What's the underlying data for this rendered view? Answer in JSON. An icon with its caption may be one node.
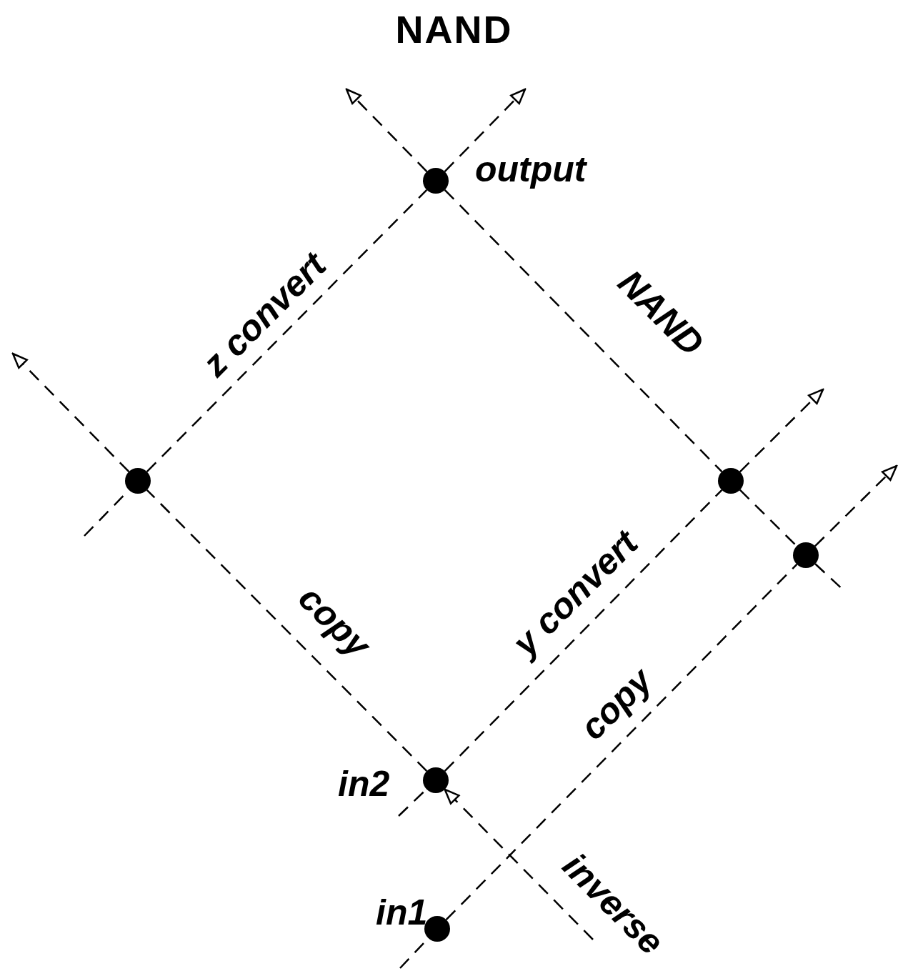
{
  "diagram": {
    "title": "NAND",
    "nodes": [
      {
        "text": [],
        "shape": "circle",
        "beside": [
          "output"
        ]
      },
      {
        "text": [],
        "shape": "circle"
      },
      {
        "text": [],
        "shape": "circle"
      },
      {
        "text": [],
        "shape": "circle"
      },
      {
        "text": [],
        "shape": "circle",
        "beside": [
          "in2"
        ]
      },
      {
        "text": [],
        "shape": "circle",
        "beside": [
          "in1"
        ]
      }
    ],
    "edges": [
      {
        "from": 1,
        "to": 0,
        "arrow": "none",
        "label": "z convert",
        "style": "dashed"
      },
      {
        "from": 0,
        "to": null,
        "arrow": "to",
        "style": "dashed"
      },
      {
        "from": 0,
        "to": null,
        "arrow": "to",
        "style": "dashed"
      },
      {
        "from": 0,
        "to": 2,
        "arrow": "none",
        "label": "NAND",
        "style": "dashed"
      },
      {
        "from": 2,
        "to": 3,
        "arrow": "none",
        "style": "dashed"
      },
      {
        "from": 3,
        "to": null,
        "arrow": "none",
        "style": "dashed"
      },
      {
        "from": 2,
        "to": null,
        "arrow": "to",
        "style": "dashed"
      },
      {
        "from": 3,
        "to": null,
        "arrow": "to",
        "style": "dashed"
      },
      {
        "from": null,
        "to": 1,
        "arrow": "none",
        "style": "dashed"
      },
      {
        "from": 1,
        "to": null,
        "arrow": "to",
        "style": "dashed"
      },
      {
        "from": 4,
        "to": 1,
        "arrow": "none",
        "label": "copy",
        "style": "dashed"
      },
      {
        "from": 4,
        "to": 2,
        "arrow": "none",
        "label": "y convert",
        "style": "dashed"
      },
      {
        "from": null,
        "to": 4,
        "arrow": "none",
        "style": "dashed"
      },
      {
        "from": null,
        "to": 4,
        "arrow": "to",
        "label": "inverse",
        "style": "dashed"
      },
      {
        "from": 5,
        "to": 3,
        "arrow": "none",
        "label": "copy",
        "style": "dashed"
      },
      {
        "from": null,
        "to": 5,
        "arrow": "none",
        "style": "dashed"
      }
    ]
  }
}
